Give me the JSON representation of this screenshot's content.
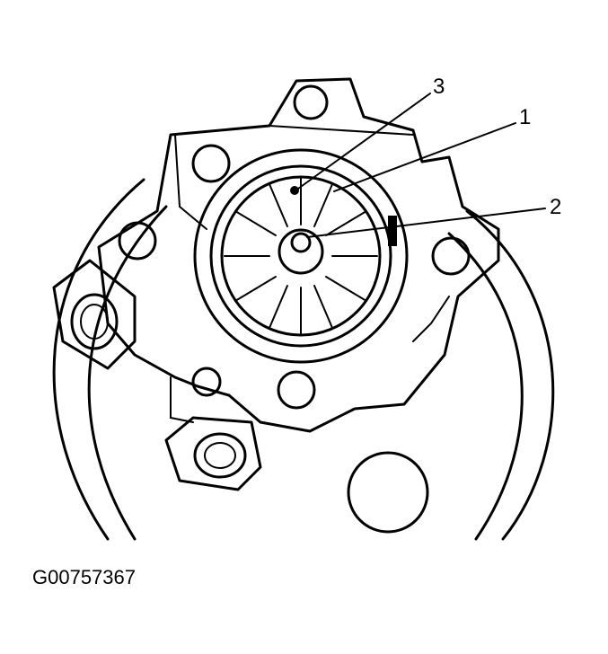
{
  "figure": {
    "id": "G00757367"
  },
  "callouts": [
    {
      "number": "3"
    },
    {
      "number": "1"
    },
    {
      "number": "2"
    }
  ]
}
